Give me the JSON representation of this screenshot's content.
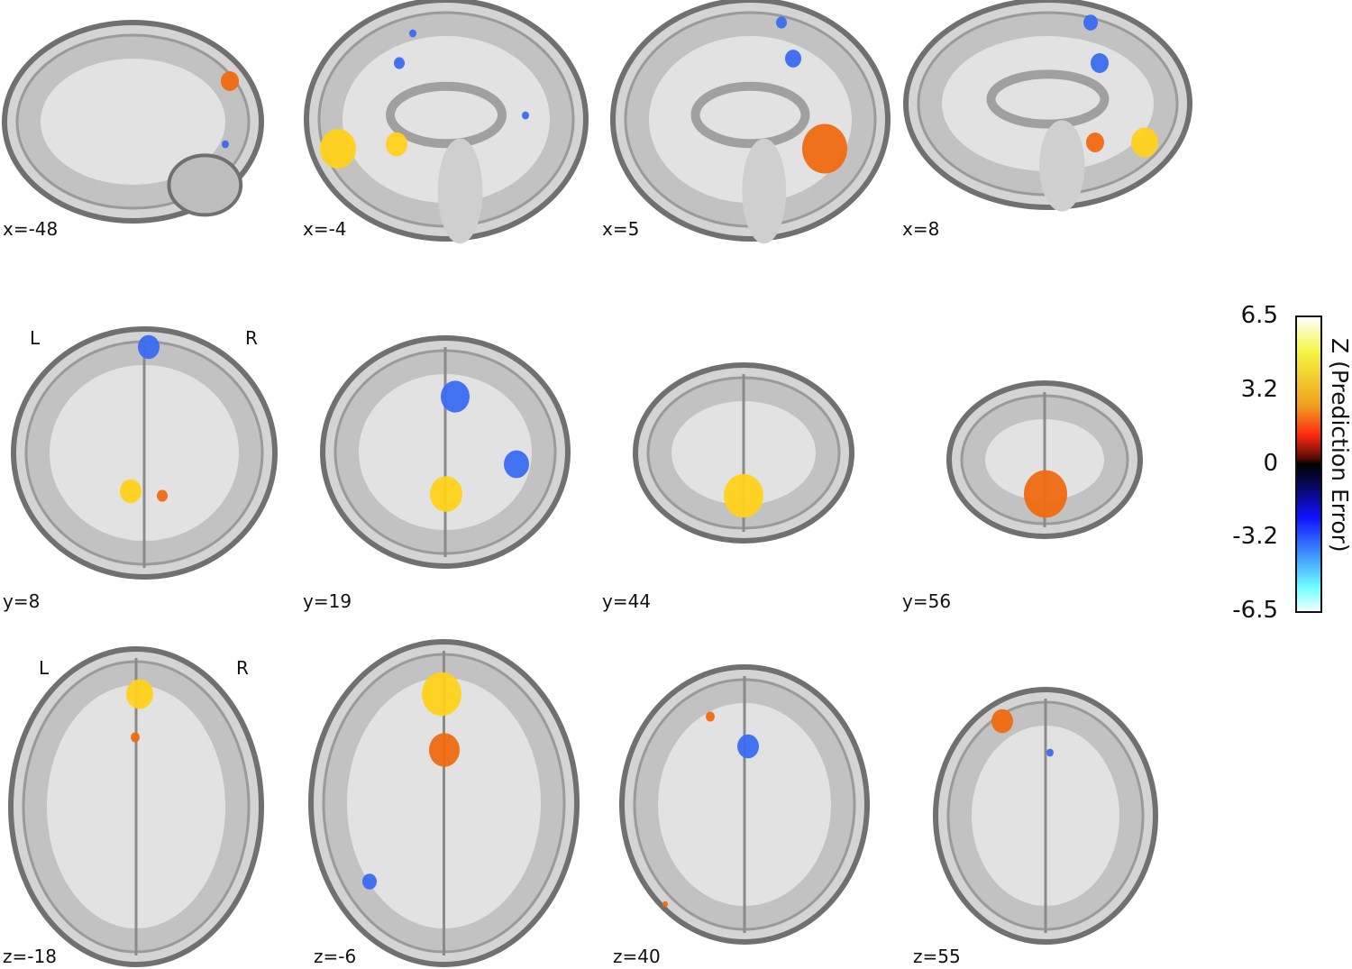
{
  "panels": [
    {
      "label": "x=-48",
      "view": "sagittal-lateral"
    },
    {
      "label": "x=-4",
      "view": "sagittal"
    },
    {
      "label": "x=5",
      "view": "sagittal"
    },
    {
      "label": "x=8",
      "view": "sagittal"
    },
    {
      "label": "y=8",
      "view": "coronal",
      "left": "L",
      "right": "R"
    },
    {
      "label": "y=19",
      "view": "coronal"
    },
    {
      "label": "y=44",
      "view": "coronal"
    },
    {
      "label": "y=56",
      "view": "coronal"
    },
    {
      "label": "z=-18",
      "view": "axial",
      "left": "L",
      "right": "R"
    },
    {
      "label": "z=-6",
      "view": "axial"
    },
    {
      "label": "z=40",
      "view": "axial"
    },
    {
      "label": "z=55",
      "view": "axial"
    }
  ],
  "colorbar": {
    "title": "Z (Prediction Error)",
    "ticks": [
      "6.5",
      "3.2",
      "0",
      "-3.2",
      "-6.5"
    ],
    "range": [
      -6.5,
      6.5
    ],
    "colors": {
      "positive_max": "#ffff66",
      "positive": "#ff4010",
      "zero": "#000000",
      "negative": "#1010ff",
      "negative_max": "#70ffff"
    }
  }
}
